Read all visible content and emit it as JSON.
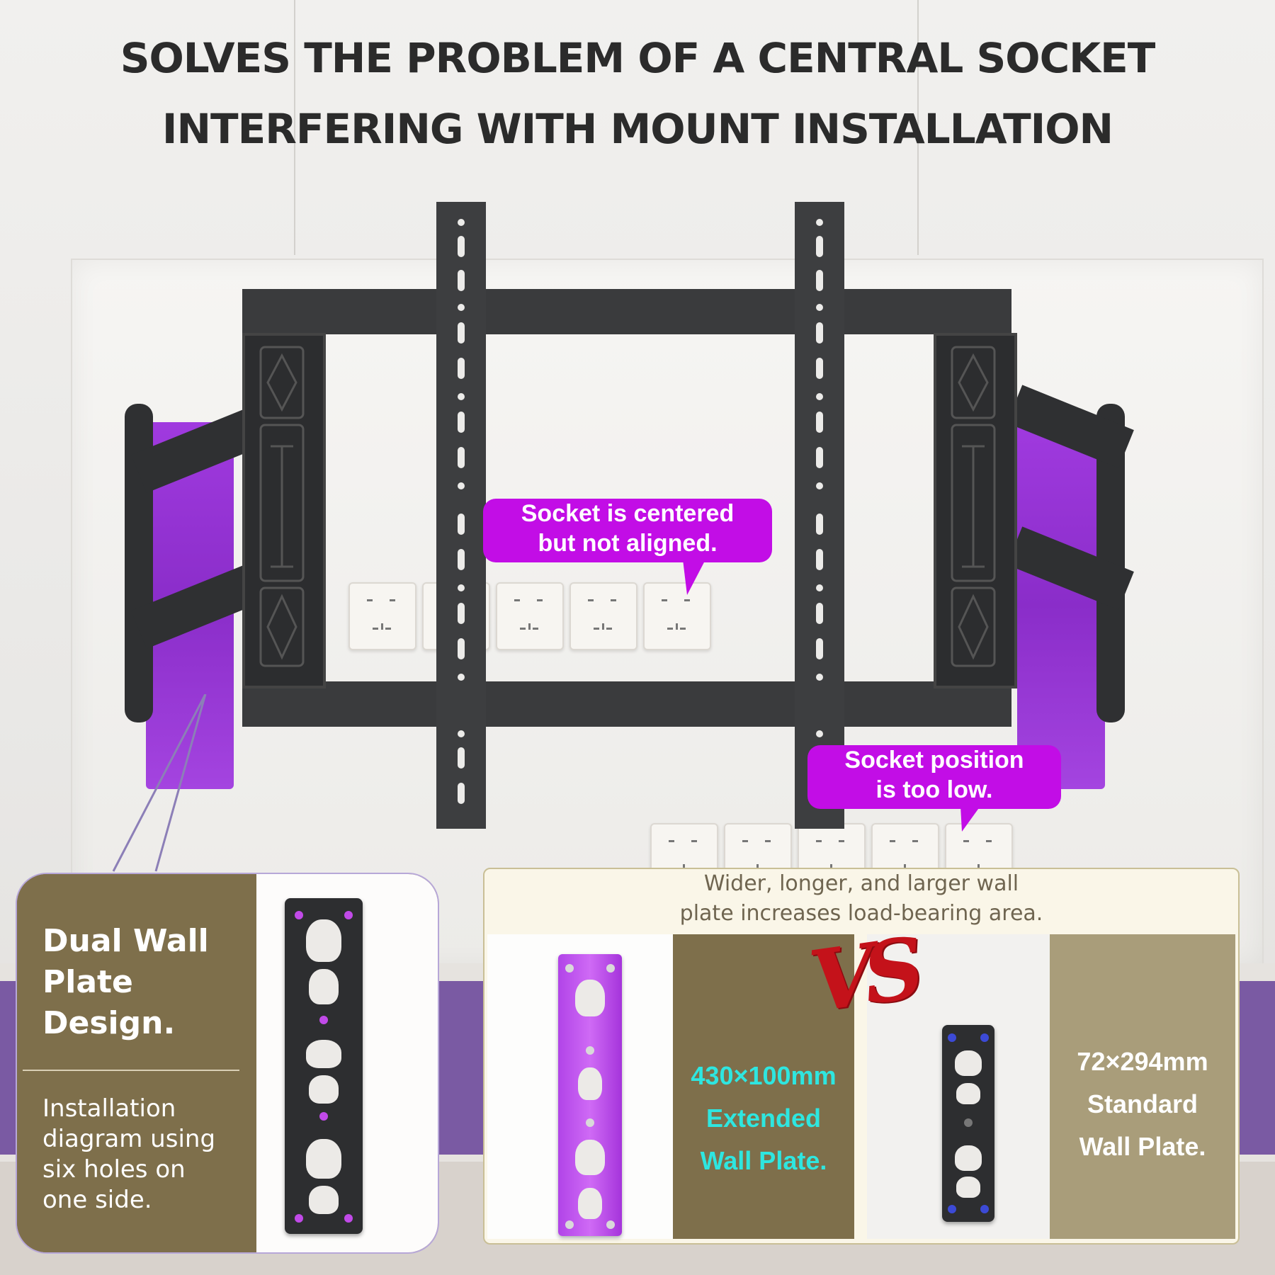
{
  "title": {
    "line1": "SOLVES THE PROBLEM OF A CENTRAL SOCKET",
    "line2": "INTERFERING WITH MOUNT INSTALLATION"
  },
  "callouts": {
    "centered": {
      "line1": "Socket is centered",
      "line2": "but not aligned."
    },
    "low": {
      "line1": "Socket position",
      "line2": "is too low."
    }
  },
  "feature_card": {
    "heading_lines": [
      "Dual Wall",
      "Plate",
      "Design."
    ],
    "body_lines": [
      "Installation",
      "diagram using",
      "six holes on",
      "one side."
    ]
  },
  "comparison": {
    "caption_line1": "Wider, longer, and larger wall",
    "caption_line2": "plate increases load-bearing area.",
    "vs": "VS",
    "extended": {
      "line1": "430×100mm",
      "line2": "Extended",
      "line3": "Wall Plate."
    },
    "standard": {
      "line1": "72×294mm",
      "line2": "Standard",
      "line3": "Wall Plate."
    }
  },
  "colors": {
    "accent_purple": "#c20de6",
    "plate_purple": "#a03adf",
    "card_olive": "#7e6f4b",
    "card_tan": "#a99d7a",
    "extended_text": "#2ee6e0",
    "vs_red": "#c4121a"
  },
  "icons": {
    "mount_bracket": "tv-wall-mount-illustration",
    "socket": "wall-socket-icon",
    "vs_mark": "versus-mark"
  }
}
